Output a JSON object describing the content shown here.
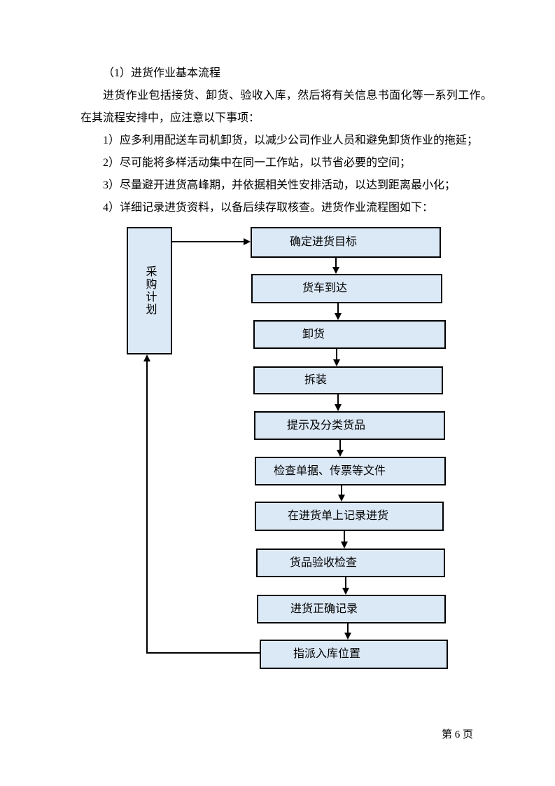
{
  "document": {
    "heading": "（1）进货作业基本流程",
    "paragraphs": [
      "进货作业包括接货、卸货、验收入库，然后将有关信息书面化等一系列工作。在其流程安排中，应注意以下事项：",
      "1）应多利用配送车司机卸货，以减少公司作业人员和避免卸货作业的拖延；",
      "2）尽可能将多样活动集中在同一工作站，以节省必要的空间；",
      "3）尽量避开进货高峰期，并依据相关性安排活动，以达到距离最小化；",
      "4）详细记录进货资料，以备后续存取核查。进货作业流程图如下："
    ],
    "footer": "第 6 页"
  },
  "flowchart": {
    "side_node_label": "采购计划",
    "steps": [
      "确定进货目标",
      "货车到达",
      "卸货",
      "拆装",
      "提示及分类货品",
      "检查单据、传票等文件",
      "在进货单上记录进货",
      "货品验收检查",
      "进货正确记录",
      "指派入库位置"
    ],
    "colors": {
      "node_fill": "#dbe8f6",
      "node_border": "#000000",
      "connector": "#000000"
    }
  }
}
